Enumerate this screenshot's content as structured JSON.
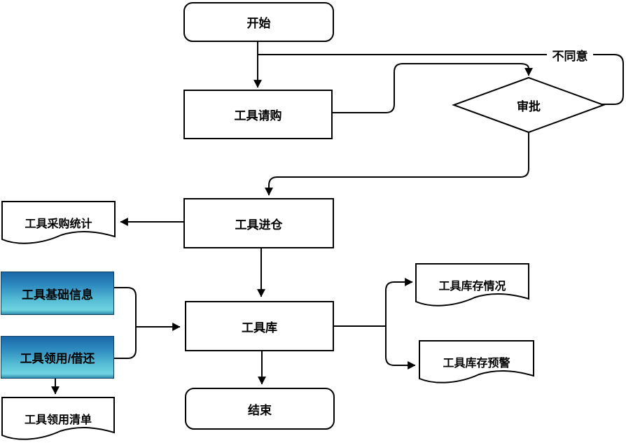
{
  "nodes": {
    "start": {
      "label": "开始",
      "type": "terminator"
    },
    "requisition": {
      "label": "工具请购",
      "type": "process"
    },
    "approval": {
      "label": "审批",
      "type": "decision"
    },
    "warehouse_in": {
      "label": "工具进仓",
      "type": "process"
    },
    "purchase_stats": {
      "label": "工具采购统计",
      "type": "document"
    },
    "basic_info": {
      "label": "工具基础信息",
      "type": "data-highlight"
    },
    "borrow_return": {
      "label": "工具领用/借还",
      "type": "data-highlight"
    },
    "tool_library": {
      "label": "工具库",
      "type": "process"
    },
    "inventory_status": {
      "label": "工具库存情况",
      "type": "document"
    },
    "inventory_warning": {
      "label": "工具库存预警",
      "type": "document"
    },
    "collection_list": {
      "label": "工具领用清单",
      "type": "document"
    },
    "end": {
      "label": "结束",
      "type": "terminator"
    }
  },
  "edge_labels": {
    "disagree": "不同意"
  },
  "colors": {
    "line": "#000000",
    "node_fill": "#ffffff",
    "highlight_top": "#1a67a8",
    "highlight_mid": "#55bcd5",
    "highlight_bottom": "#2e8cae",
    "highlight_border": "#0d3f66"
  }
}
